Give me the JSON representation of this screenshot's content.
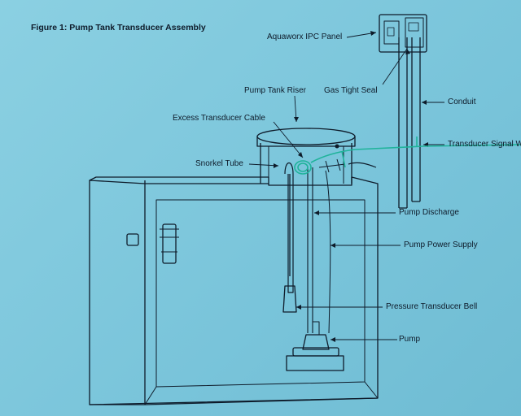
{
  "figure": {
    "title": "Figure 1: Pump Tank Transducer Assembly"
  },
  "labels": {
    "panel": "Aquaworx IPC Panel",
    "gas_seal": "Gas Tight Seal",
    "conduit": "Conduit",
    "signal_wire": "Transducer Signal W",
    "riser": "Pump Tank Riser",
    "excess_cable": "Excess Transducer Cable",
    "snorkel": "Snorkel Tube",
    "discharge": "Pump Discharge",
    "power": "Pump Power Supply",
    "bell": "Pressure Transducer Bell",
    "pump": "Pump"
  },
  "colors": {
    "line": "#0e1b2a",
    "cable": "#1fb39a",
    "background": "#7fc8dc"
  }
}
